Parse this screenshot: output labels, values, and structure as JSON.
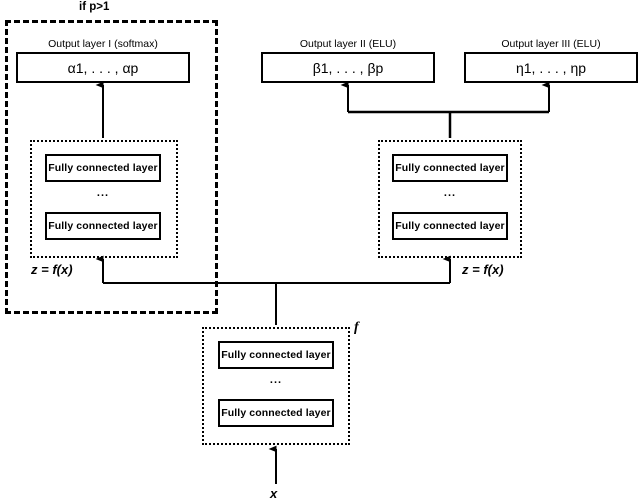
{
  "diagram": {
    "title_label": "if p>1",
    "condition_group": {
      "label": "if p>1"
    },
    "output_layers": [
      {
        "caption": "Output layer I (softmax)",
        "content": "α1, . . . , αp"
      },
      {
        "caption": "Output layer II (ELU)",
        "content": "β1, . . . , βp"
      },
      {
        "caption": "Output layer III (ELU)",
        "content": "η1, . . . , ηp"
      }
    ],
    "head_blocks": [
      {
        "name": "left-head",
        "layers": [
          "Fully connected layer",
          "Fully connected layer"
        ],
        "ellipsis": "...",
        "input_label": "z = f(x)"
      },
      {
        "name": "right-head",
        "layers": [
          "Fully connected layer",
          "Fully connected layer"
        ],
        "ellipsis": "...",
        "input_label": "z = f(x)"
      }
    ],
    "trunk_block": {
      "name": "f",
      "group_label": "f",
      "layers": [
        "Fully connected layer",
        "Fully connected layer"
      ],
      "ellipsis": "...",
      "input_label": "x"
    },
    "colors": {
      "stroke": "#000000",
      "background": "#ffffff"
    }
  }
}
